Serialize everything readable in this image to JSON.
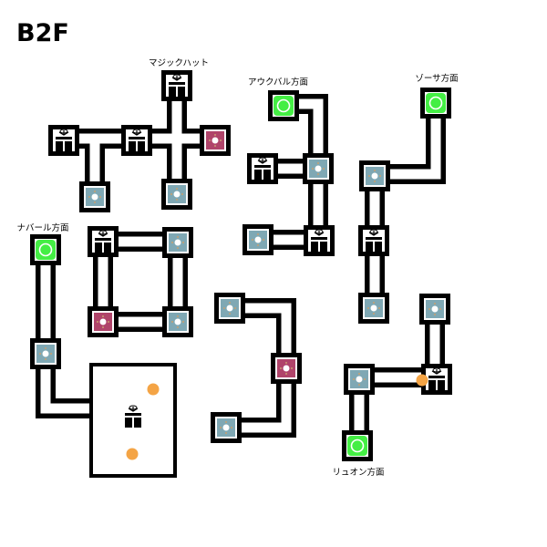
{
  "floor_title": "B2F",
  "labels": {
    "magic_hat": "マジックハット",
    "aukubal": "アウクバル方面",
    "zosa": "ゾーサ方面",
    "navarl": "ナバール方面",
    "ryuon": "リュオン方面"
  },
  "legend_icons": [
    "treasure-chest-icon",
    "warp-exit-icon",
    "floor-tile-icon",
    "switch-tile-icon",
    "event-marker-icon"
  ],
  "colors": {
    "exit": "#44ee44",
    "tile": "#7fa8b4",
    "switch": "#b0446a",
    "marker": "#f4a445",
    "wall": "#000000"
  }
}
